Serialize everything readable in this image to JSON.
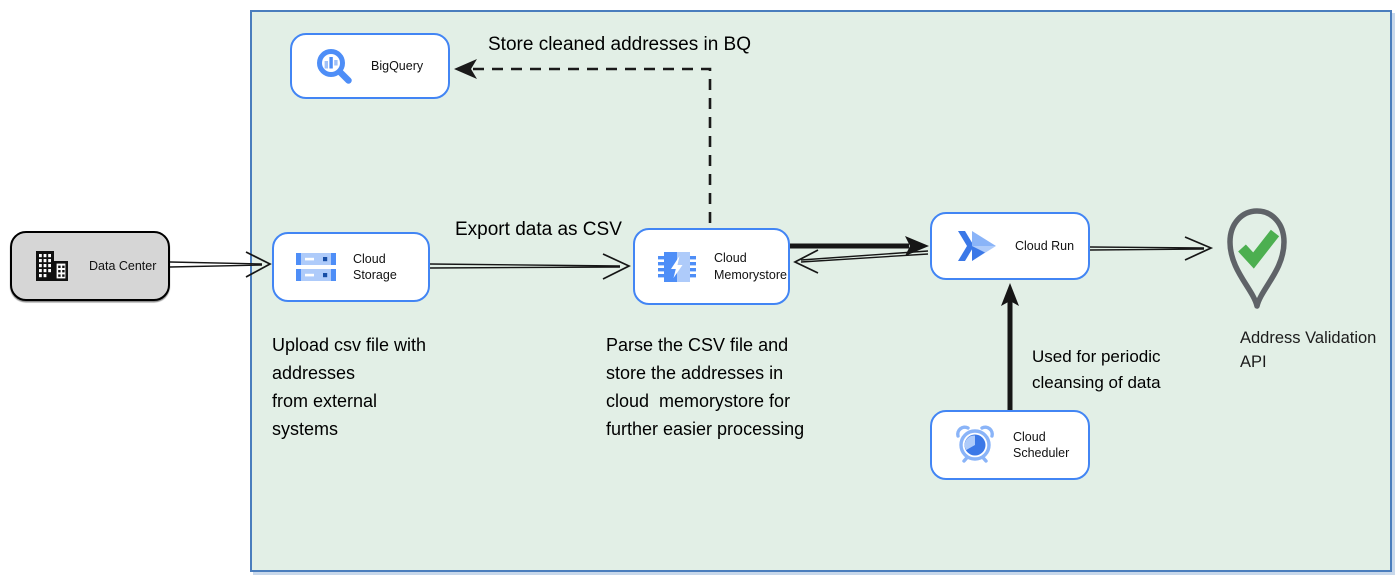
{
  "canvas": {
    "background": "#ffffff"
  },
  "boundary": {
    "fill": "#e2efe6",
    "border_color": "#4a7dbd"
  },
  "colors": {
    "node_border_blue": "#4285f4",
    "gcp_blue_dark": "#4e8ef7",
    "gcp_blue_light": "#aecbfa",
    "datacenter_fill": "#d6d6d6",
    "pin_outline": "#5f6368",
    "check_green": "#4caf50",
    "arrow_black": "#161616"
  },
  "nodes": {
    "data_center": {
      "label": "Data Center",
      "icon": "building-icon"
    },
    "bigquery": {
      "label": "BigQuery",
      "icon": "bigquery-icon"
    },
    "cloud_storage": {
      "label": "Cloud Storage",
      "icon": "cloud-storage-icon"
    },
    "cloud_memorystore": {
      "label": "Cloud Memorystore",
      "icon": "memorystore-chip-icon"
    },
    "cloud_run": {
      "label": "Cloud Run",
      "icon": "cloud-run-icon"
    },
    "cloud_scheduler": {
      "label": "Cloud Scheduler",
      "icon": "alarm-clock-icon"
    },
    "address_validation_api": {
      "label": "Address Validation API",
      "icon": "map-pin-check-icon"
    }
  },
  "edge_labels": {
    "store_in_bq": "Store cleaned addresses in BQ",
    "export_csv": "Export data as CSV",
    "periodic_cleansing": "Used for periodic\ncleansing of data"
  },
  "annotations": {
    "upload_note": "Upload csv file with\naddresses\nfrom external\nsystems",
    "parse_note": "Parse the CSV file and\nstore the addresses in\ncloud  memorystore for\nfurther easier processing"
  }
}
